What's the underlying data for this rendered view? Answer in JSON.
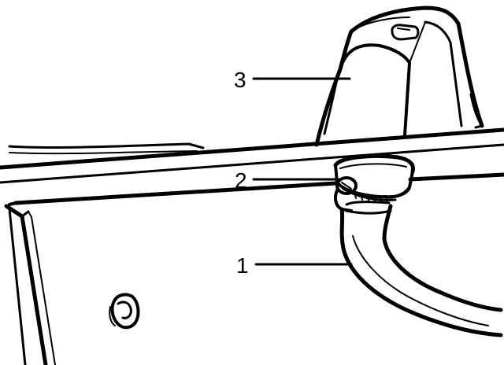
{
  "callouts": [
    {
      "number": "1",
      "target": "hose"
    },
    {
      "number": "2",
      "target": "hose-clamp"
    },
    {
      "number": "3",
      "target": "mounting-bracket"
    }
  ],
  "colors": {
    "ink": "#000000",
    "paper": "#ffffff"
  }
}
